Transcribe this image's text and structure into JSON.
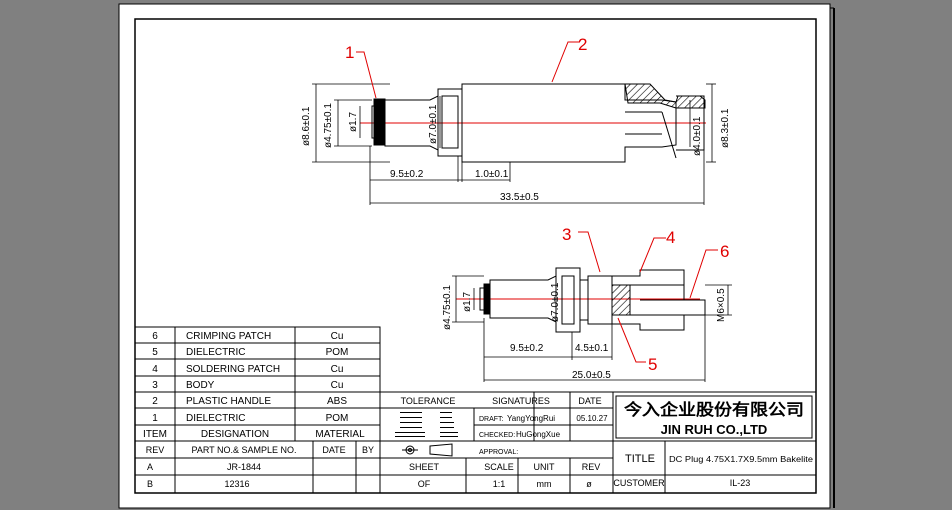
{
  "company": {
    "name_cn": "今入企业股份有限公司",
    "name_en": "JIN  RUH  CO.,LTD"
  },
  "title_block": {
    "tolerance_label": "TOLERANCE",
    "signatures_label": "SIGNATURES",
    "date_label": "DATE",
    "draft_label": "DRAFT:",
    "draft_name": "YangYongRui",
    "draft_date": "05.10.27",
    "checked_label": "CHECKED:",
    "checked_name": "HuGongXue",
    "approval_label": "APPROVAL:",
    "sheet_label": "SHEET",
    "sheet_value": "OF",
    "scale_label": "SCALE",
    "scale_value": "1:1",
    "unit_label": "UNIT",
    "unit_value": "mm",
    "rev_label": "REV",
    "rev_value": "ø",
    "title_label": "TITLE",
    "title_value": "DC Plug 4.75X1.7X9.5mm Bakelite",
    "customer_label": "CUSTOMER",
    "customer_value": "IL-23"
  },
  "bom": {
    "headers": [
      "ITEM",
      "DESIGNATION",
      "MATERIAL"
    ],
    "rows": [
      {
        "item": "6",
        "designation": "CRIMPING  PATCH",
        "material": "Cu"
      },
      {
        "item": "5",
        "designation": "DIELECTRIC",
        "material": "POM"
      },
      {
        "item": "4",
        "designation": "SOLDERING  PATCH",
        "material": "Cu"
      },
      {
        "item": "3",
        "designation": "BODY",
        "material": "Cu"
      },
      {
        "item": "2",
        "designation": "PLASTIC  HANDLE",
        "material": "ABS"
      },
      {
        "item": "1",
        "designation": "DIELECTRIC",
        "material": "POM"
      }
    ]
  },
  "revision": {
    "headers": [
      "REV",
      "PART NO.& SAMPLE NO.",
      "DATE",
      "BY"
    ],
    "rows": [
      {
        "rev": "A",
        "part": "JR-1844"
      },
      {
        "rev": "B",
        "part": "12316"
      }
    ]
  },
  "callouts": [
    "1",
    "2",
    "3",
    "4",
    "5",
    "6"
  ],
  "dims_top": {
    "d86": "ø8.6±0.1",
    "d475": "ø4.75±0.1",
    "d17": "ø1.7",
    "d70": "ø7.0±0.1",
    "d40": "ø4.0±0.1",
    "d83": "ø8.3±0.1",
    "l95": "9.5±0.2",
    "l10": "1.0±0.1",
    "l335": "33.5±0.5"
  },
  "dims_bottom": {
    "d475": "ø4.75±0.1",
    "d17": "ø1.7",
    "d70": "ø7.0±0.1",
    "m6": "M6×0.5",
    "l95": "9.5±0.2",
    "l45": "4.5±0.1",
    "l250": "25.0±0.5"
  }
}
